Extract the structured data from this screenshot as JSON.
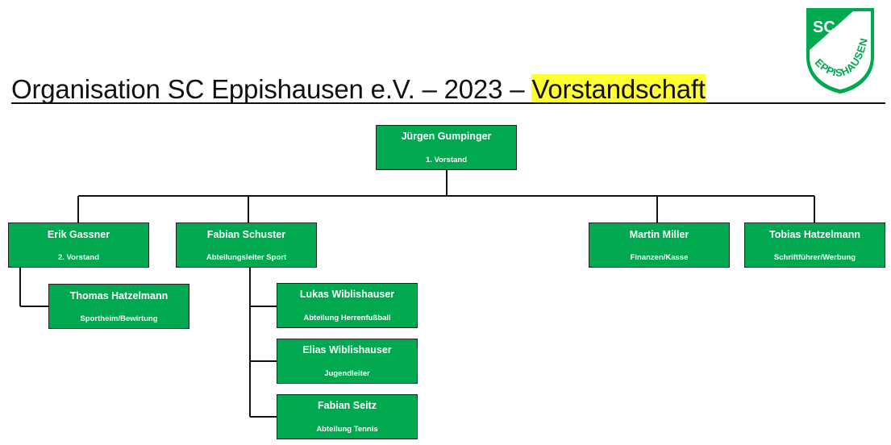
{
  "title": {
    "main": "Organisation SC Eppishausen e.V. – 2023 – ",
    "highlight": "Vorstandschaft"
  },
  "logo": {
    "top": "SC",
    "arc": "EPPISHAUSEN"
  },
  "colors": {
    "box": "#00a84f",
    "highlight": "#ffff33",
    "logo_green": "#00a84f"
  },
  "org": {
    "chairman": {
      "name": "Jürgen Gumpinger",
      "role": "1. Vorstand"
    },
    "vice": {
      "name": "Erik Gassner",
      "role": "2. Vorstand"
    },
    "sports": {
      "name": "Fabian Schuster",
      "role": "Abteilungsleiter Sport"
    },
    "treasurer": {
      "name": "Martin Miller",
      "role": "Finanzen/Kasse"
    },
    "secretary": {
      "name": "Tobias Hatzelmann",
      "role": "Schriftführer/Werbung"
    },
    "clubhouse": {
      "name": "Thomas Hatzelmann",
      "role": "Sportheim/Bewirtung"
    },
    "football": {
      "name": "Lukas Wiblishauser",
      "role": "Abteilung Herrenfußball"
    },
    "youth": {
      "name": "Elias Wiblishauser",
      "role": "Jugendleiter"
    },
    "tennis": {
      "name": "Fabian Seitz",
      "role": "Abteilung Tennis"
    }
  }
}
